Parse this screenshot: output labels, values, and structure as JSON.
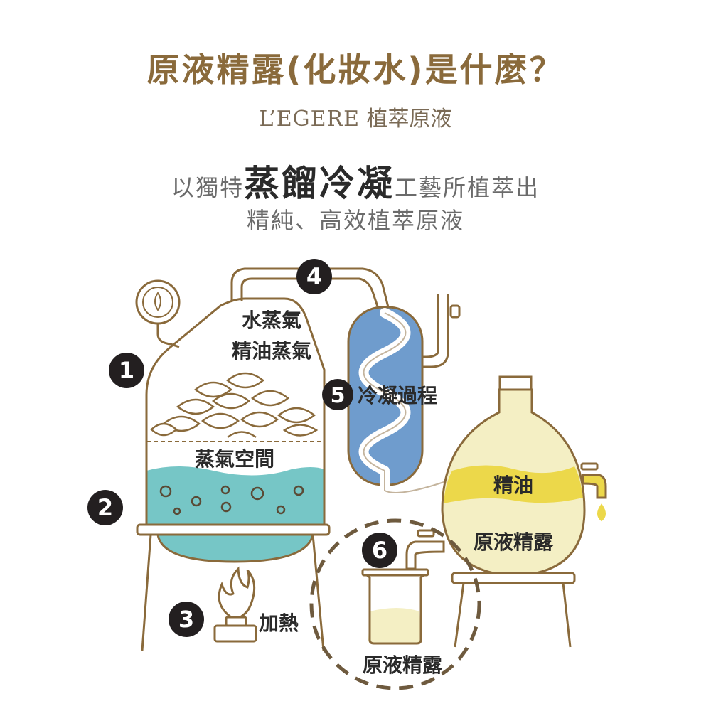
{
  "header": {
    "title": "原液精露(化妝水)是什麼？",
    "brand": "L’EGERE",
    "subtitle_rest": "植萃原液"
  },
  "tagline": {
    "prefix": "以獨特",
    "highlight": "蒸餾冷凝",
    "suffix": "工藝所植萃出",
    "line2": "精純、高效植萃原液"
  },
  "diagram": {
    "steps": [
      {
        "num": "1"
      },
      {
        "num": "2"
      },
      {
        "num": "3",
        "label": "加熱"
      },
      {
        "num": "4"
      },
      {
        "num": "5",
        "label": "冷凝過程"
      },
      {
        "num": "6"
      }
    ],
    "labels": {
      "vapor_line1": "水蒸氣",
      "vapor_line2": "精油蒸氣",
      "steam_space": "蒸氣空間",
      "oil": "精油",
      "hydrosol_flask": "原液精露",
      "hydrosol_beaker": "原液精露"
    },
    "colors": {
      "outline": "#8a6a3b",
      "water": "#76c6c6",
      "condenser": "#6f9ccd",
      "oil": "#ecd84a",
      "hydrosol": "#f4efc4",
      "badge": "#231f20"
    }
  }
}
